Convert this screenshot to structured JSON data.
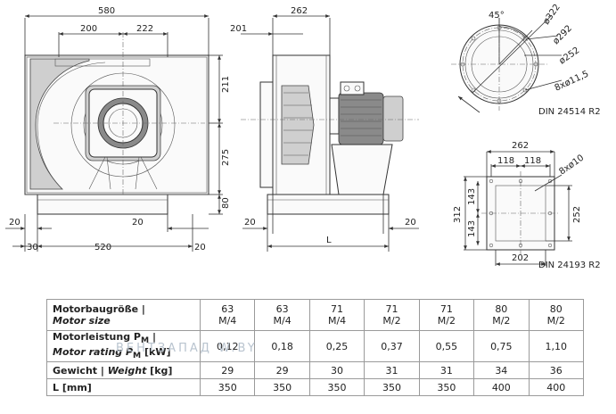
{
  "front_view": {
    "dims": [
      "580",
      "200",
      "222",
      "211",
      "275",
      "80",
      "20",
      "20",
      "30",
      "520",
      "20"
    ]
  },
  "side_view": {
    "dims": [
      "262",
      "201",
      "20",
      "20",
      "L"
    ]
  },
  "flange_round": {
    "dims": [
      "45°",
      "ø322",
      "ø292",
      "ø252",
      "8xø11,5"
    ],
    "ref": "DIN 24514 R2"
  },
  "flange_square": {
    "dims": [
      "262",
      "118",
      "118",
      "8xø10",
      "312",
      "143",
      "143",
      "252",
      "202"
    ],
    "ref": "DIN 24193 R2"
  },
  "table": {
    "rows": [
      {
        "label": "Motorbaugröße | ",
        "label_en": "Motor size",
        "values": [
          "63\nM/4",
          "63\nM/4",
          "71\nM/4",
          "71\nM/2",
          "71\nM/2",
          "80\nM/2",
          "80\nM/2"
        ]
      },
      {
        "label": "Motorleistung P",
        "label_sub": "M",
        "label_suffix": " | ",
        "label_en": "Motor rating P",
        "label_en_sub": "M",
        "label_en_suffix": " [kW]",
        "values": [
          "0,12",
          "0,18",
          "0,25",
          "0,37",
          "0,55",
          "0,75",
          "1,10"
        ]
      },
      {
        "label": "Gewicht | ",
        "label_en": "Weight",
        "label_suffix": " [kg]",
        "values": [
          "29",
          "29",
          "30",
          "31",
          "31",
          "34",
          "36"
        ]
      },
      {
        "label": "L [mm]",
        "values": [
          "350",
          "350",
          "350",
          "350",
          "350",
          "400",
          "400"
        ]
      }
    ]
  },
  "watermark": "ВЕНТЗАПАД   W.BY"
}
